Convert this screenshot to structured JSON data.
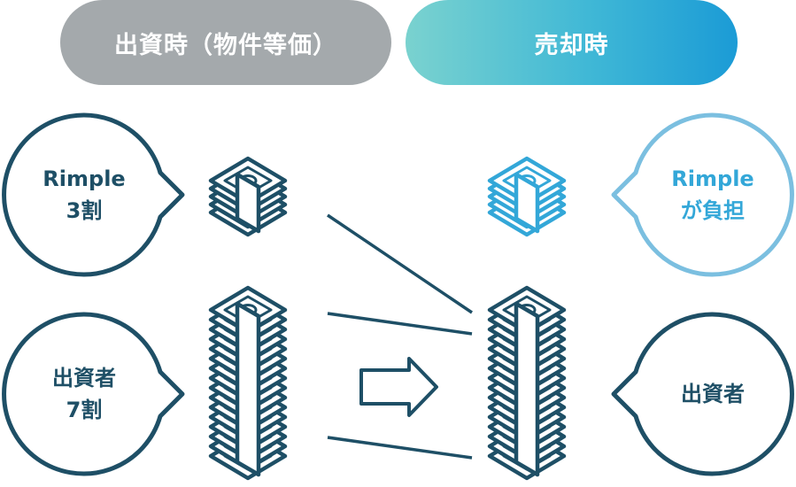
{
  "header": {
    "left_label": "出資時（物件等価）",
    "right_label": "売却時"
  },
  "bubbles": {
    "rimple_before": {
      "line1": "Rimple",
      "line2": "3割"
    },
    "investor_before": {
      "line1": "出資者",
      "line2": "7割"
    },
    "rimple_after": {
      "line1": "Rimple",
      "line2": "が負担"
    },
    "investor_after": {
      "line1": "出資者"
    }
  },
  "colors": {
    "dark": "#1e4f66",
    "light": "#33a7d8",
    "gray": "#a4a9ac"
  },
  "icons": [
    "money-stack-icon",
    "right-arrow-icon"
  ]
}
